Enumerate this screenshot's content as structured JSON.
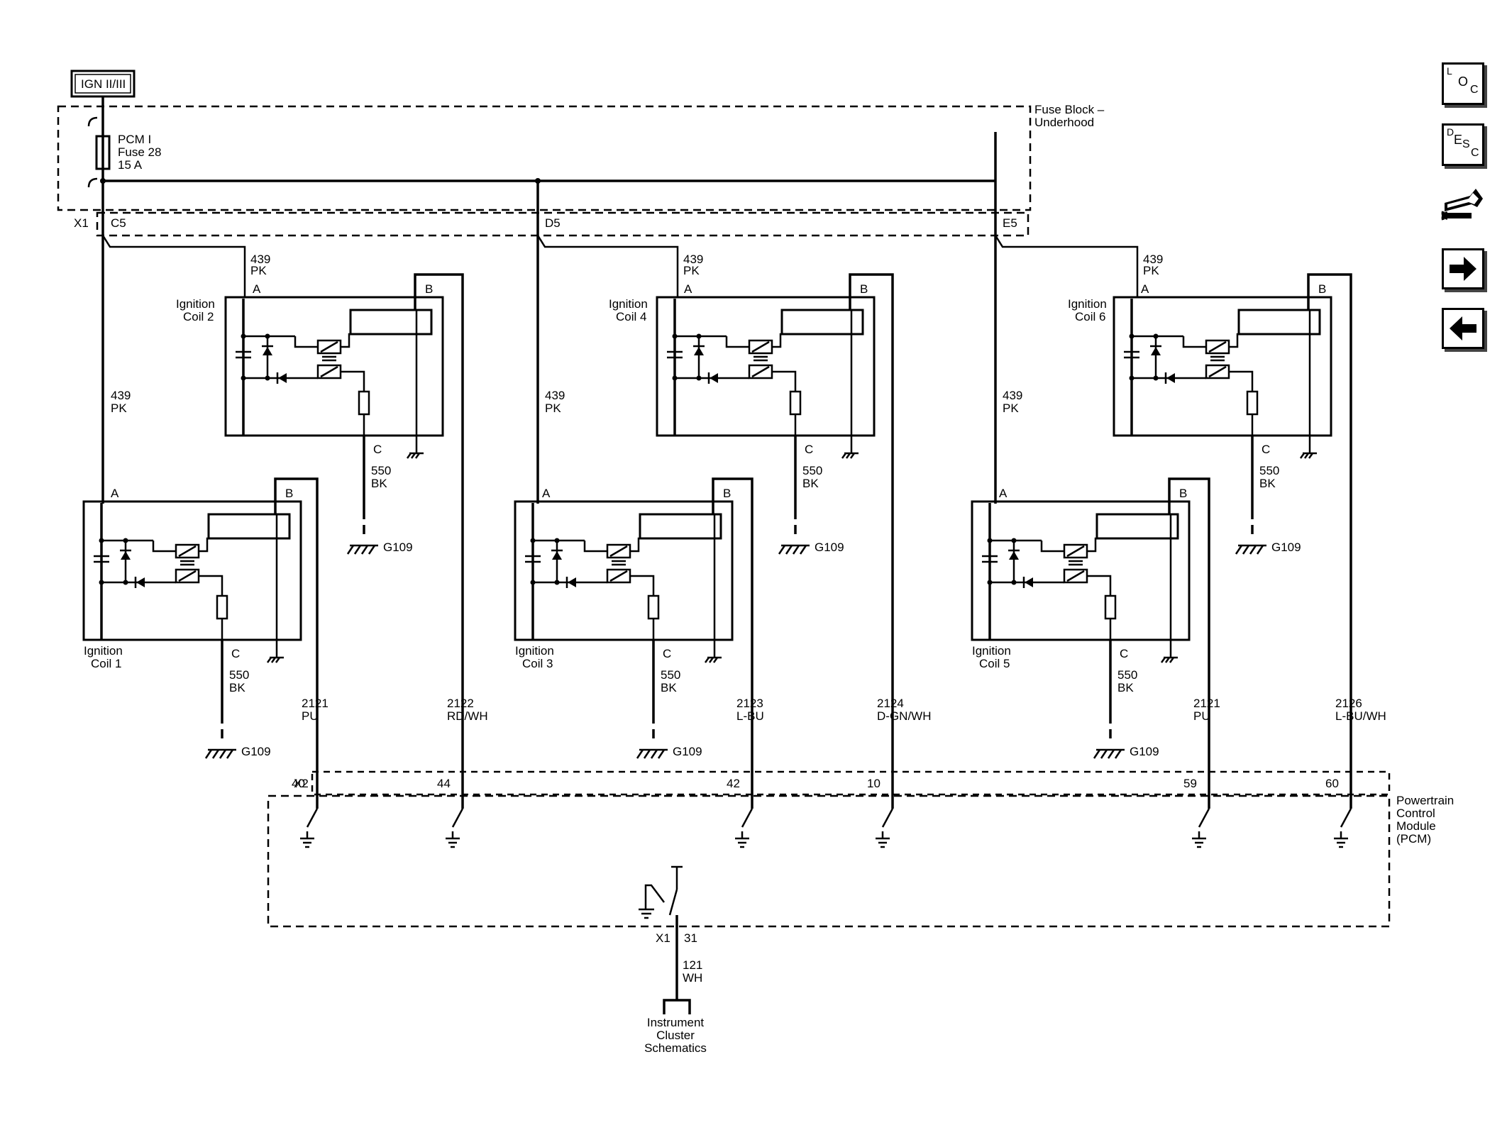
{
  "ignition_label": "IGN II/III",
  "fuse_block": {
    "title_line1": "Fuse Block –",
    "title_line2": "Underhood",
    "fuse_name": "PCM I",
    "fuse_number": "Fuse 28",
    "fuse_rating": "15 A",
    "connector": "X1",
    "terminals": [
      "C5",
      "D5",
      "E5"
    ]
  },
  "feed_circuit": {
    "number": "439",
    "color": "PK"
  },
  "ground_circuit": {
    "number": "550",
    "color": "BK"
  },
  "ground_name": "G109",
  "pin_labels": {
    "a": "A",
    "b": "B",
    "c": "C"
  },
  "coils": [
    {
      "title_line1": "Ignition",
      "title_line2": "Coil 1"
    },
    {
      "title_line1": "Ignition",
      "title_line2": "Coil 2"
    },
    {
      "title_line1": "Ignition",
      "title_line2": "Coil 3"
    },
    {
      "title_line1": "Ignition",
      "title_line2": "Coil 4"
    },
    {
      "title_line1": "Ignition",
      "title_line2": "Coil 5"
    },
    {
      "title_line1": "Ignition",
      "title_line2": "Coil 6"
    }
  ],
  "control_circuits": [
    {
      "number": "2121",
      "color": "PU",
      "pcm_pin": "40"
    },
    {
      "number": "2122",
      "color": "RD/WH",
      "pcm_pin": "44"
    },
    {
      "number": "2123",
      "color": "L-BU",
      "pcm_pin": "42"
    },
    {
      "number": "2124",
      "color": "D-GN/WH",
      "pcm_pin": "10"
    },
    {
      "number": "2121",
      "color": "PU",
      "pcm_pin": "59"
    },
    {
      "number": "2126",
      "color": "L-BU/WH",
      "pcm_pin": "60"
    }
  ],
  "pcm": {
    "connector": "X2",
    "title_line1": "Powertrain",
    "title_line2": "Control",
    "title_line3": "Module",
    "title_line4": "(PCM)",
    "output_connector": "X1",
    "output_pin": "31"
  },
  "output_circuit": {
    "number": "121",
    "color": "WH"
  },
  "destination": {
    "line1": "Instrument",
    "line2": "Cluster",
    "line3": "Schematics"
  },
  "nav": {
    "loc_button": {
      "l1": "L",
      "l2": "O",
      "l3": "C"
    },
    "desc_button": {
      "l1": "D",
      "l2": "E",
      "l3": "S",
      "l4": "C"
    },
    "icons": [
      "connector-end-view-icon",
      "next-arrow-icon",
      "previous-arrow-icon"
    ]
  }
}
